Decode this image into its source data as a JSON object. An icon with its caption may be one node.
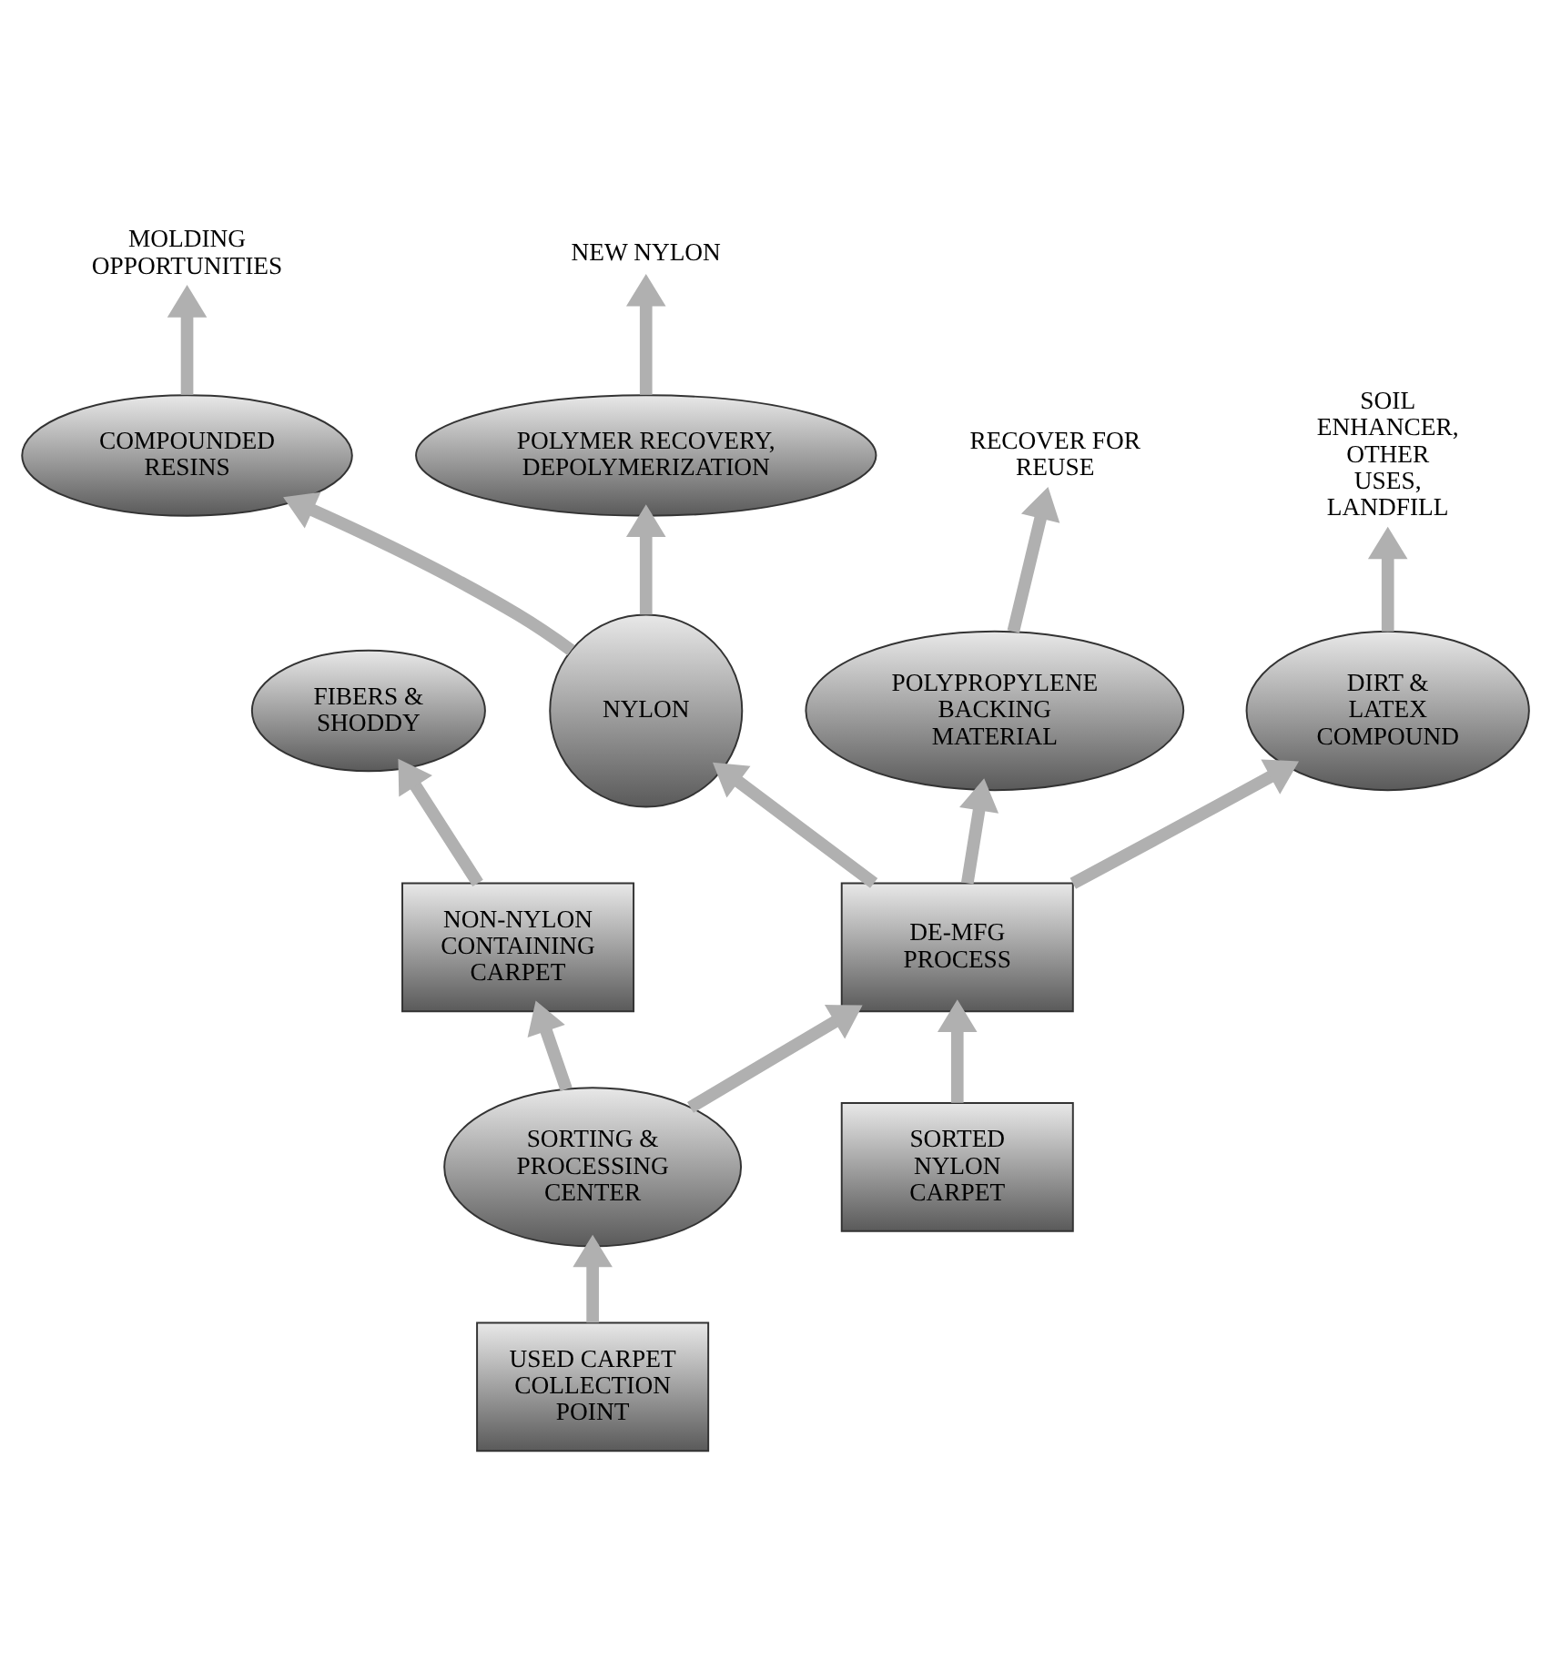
{
  "diagram": {
    "nodes": [
      {
        "text": [
          "USED CARPET COLLECTION POINT"
        ]
      },
      {
        "text": [
          "SORTING & PROCESSING CENTER"
        ]
      },
      {
        "text": [
          "NON-NYLON CONTAINING CARPET"
        ]
      },
      {
        "text": [
          "FIBERS & SHODDY"
        ]
      },
      {
        "text": [
          "SORTED NYLON CARPET"
        ]
      },
      {
        "text": [
          "DE-MFG PROCESS"
        ]
      },
      {
        "text": [
          "NYLON"
        ]
      },
      {
        "text": [
          "COMPOUNDED RESINS"
        ]
      },
      {
        "text": [
          "MOLDING OPPORTUNITIES"
        ]
      },
      {
        "text": [
          "POLYMER RECOVERY, DEPOLYMERIZATION"
        ]
      },
      {
        "text": [
          "NEW NYLON"
        ]
      },
      {
        "text": [
          "POLYPROPYLENE BACKING MATERIAL"
        ]
      },
      {
        "text": [
          "RECOVER FOR REUSE"
        ]
      },
      {
        "text": [
          "DIRT & LATEX COMPOUND"
        ]
      },
      {
        "text": [
          "SOIL ENHANCER, OTHER USES, LANDFILL"
        ]
      }
    ],
    "edges": [
      {
        "from": 0,
        "to": 1,
        "arrow": "to"
      },
      {
        "from": 1,
        "to": 2,
        "arrow": "to"
      },
      {
        "from": 2,
        "to": 3,
        "arrow": "to"
      },
      {
        "from": 1,
        "to": 5,
        "arrow": "to"
      },
      {
        "from": 4,
        "to": 5,
        "arrow": "to"
      },
      {
        "from": 5,
        "to": 6,
        "arrow": "to"
      },
      {
        "from": 6,
        "to": 7,
        "arrow": "to"
      },
      {
        "from": 7,
        "to": 8,
        "arrow": "to"
      },
      {
        "from": 6,
        "to": 9,
        "arrow": "to"
      },
      {
        "from": 9,
        "to": 10,
        "arrow": "to"
      },
      {
        "from": 5,
        "to": 11,
        "arrow": "to"
      },
      {
        "from": 11,
        "to": 12,
        "arrow": "to"
      },
      {
        "from": 5,
        "to": 13,
        "arrow": "to"
      },
      {
        "from": 13,
        "to": 14,
        "arrow": "to"
      }
    ]
  }
}
